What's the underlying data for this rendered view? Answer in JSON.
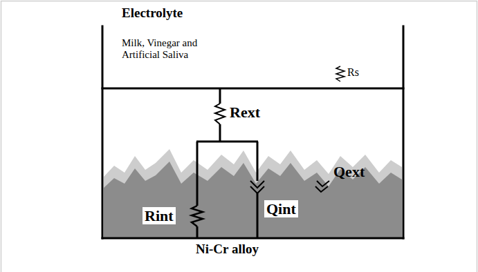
{
  "diagram": {
    "labels": [
      "Electrolyte",
      "Milk, Vinegar and Artificial Saliva",
      "Rs",
      "Rext",
      "Qext",
      "Rint",
      "Qint",
      "Ni-Cr alloy"
    ]
  }
}
